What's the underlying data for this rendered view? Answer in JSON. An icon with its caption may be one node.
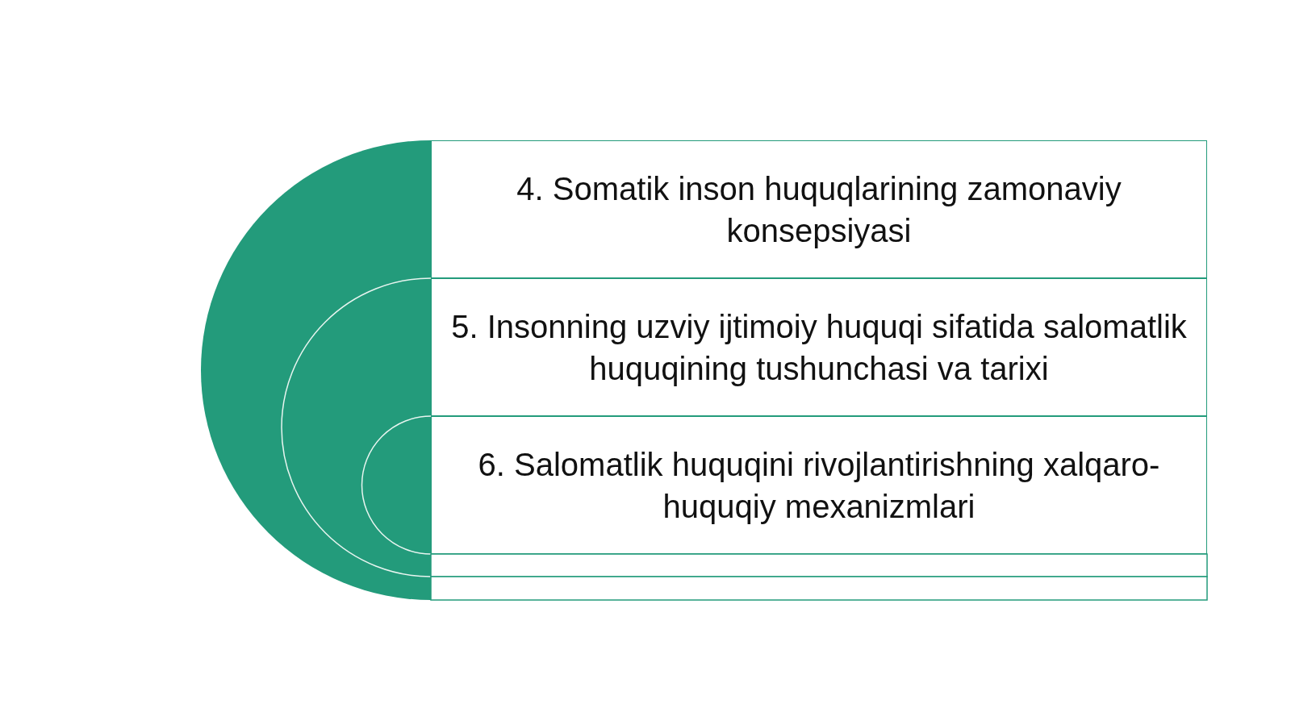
{
  "diagram": {
    "nodes": [
      {
        "text": [
          "4. Somatik inson huquqlarining zamonaviy konsepsiyasi"
        ]
      },
      {
        "text": [
          "5. Insonning uzviy ijtimoiy huquqi sifatida salomatlik huquqining tushunchasi va tarixi"
        ]
      },
      {
        "text": [
          "6. Salomatlik huquqini rivojlantirishning xalqaro-huquqiy mexanizmlari"
        ]
      }
    ]
  }
}
